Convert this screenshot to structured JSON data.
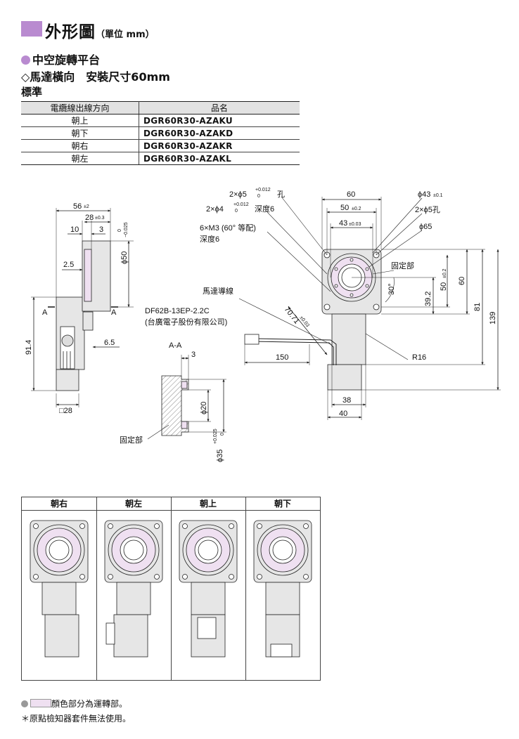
{
  "colors": {
    "accent": "#b98bd0",
    "rotating": "#efe0f1",
    "body": "#e6e6e6"
  },
  "header": {
    "title": "外形圖",
    "unit": "（單位 mm）",
    "product": "中空旋轉平台",
    "orientation": "◇馬達橫向　安裝尺寸60mm",
    "standard": "標準"
  },
  "table": {
    "col_direction": "電纜線出線方向",
    "col_model": "品名",
    "rows": [
      {
        "direction": "朝上",
        "model": "DGR60R30-AZAKU"
      },
      {
        "direction": "朝下",
        "model": "DGR60R30-AZAKD"
      },
      {
        "direction": "朝右",
        "model": "DGR60R30-AZAKR"
      },
      {
        "direction": "朝左",
        "model": "DGR60R30-AZAKL"
      }
    ]
  },
  "drawing": {
    "side": {
      "d56": "56",
      "d56_tol": "±2",
      "d28": "28",
      "d28_tol": "±0.3",
      "d10": "10",
      "d3": "3",
      "phi50": "ϕ50",
      "phi50_tol_top": "0",
      "phi50_tol_bot": "−0.025",
      "d2_5": "2.5",
      "label_a": "A",
      "d6_5": "6.5",
      "d91_4": "91.4",
      "sq28": "□28"
    },
    "front": {
      "hole5": "2×ϕ5",
      "hole5_tol_top": "+0.012",
      "hole5_tol_bot": "0",
      "hole5_suffix": "孔",
      "hole4": "2×ϕ4",
      "hole4_tol_top": "+0.012",
      "hole4_tol_bot": "0",
      "hole4_depth": "深度6",
      "m3": "6×M3 (60° 等配)",
      "m3_depth": "深度6",
      "d60": "60",
      "d50": "50",
      "d50_tol": "±0.2",
      "d43": "43",
      "d43_tol": "±0.03",
      "phi43": "ϕ43",
      "phi43_tol": "±0.1",
      "phi5_2": "2×ϕ5孔",
      "phi65": "ϕ65",
      "fixed_part": "固定部",
      "angle30": "30°",
      "v39_2": "39.2",
      "v50": "50",
      "v50_tol": "±0.2",
      "v60": "60",
      "v81": "81",
      "v139": "139",
      "motor_lead": "馬達導線",
      "connector": "DF62B-13EP-2.2C",
      "connector_maker": "(台廣電子股份有限公司)",
      "diag": "70.71",
      "diag_tol": "±0.03",
      "d150": "150",
      "r16": "R16",
      "d38": "38",
      "d40": "40"
    },
    "section": {
      "title": "A-A",
      "d3": "3",
      "phi20": "ϕ20",
      "phi35": "ϕ35",
      "phi35_tol_top": "+0.025",
      "phi35_tol_bot": "0",
      "fixed_part": "固定部"
    }
  },
  "views": [
    {
      "label": "朝右"
    },
    {
      "label": "朝左"
    },
    {
      "label": "朝上"
    },
    {
      "label": "朝下"
    }
  ],
  "footer": {
    "note1": "顏色部分為運轉部。",
    "note2": "＊原點檢知器套件無法使用。"
  }
}
